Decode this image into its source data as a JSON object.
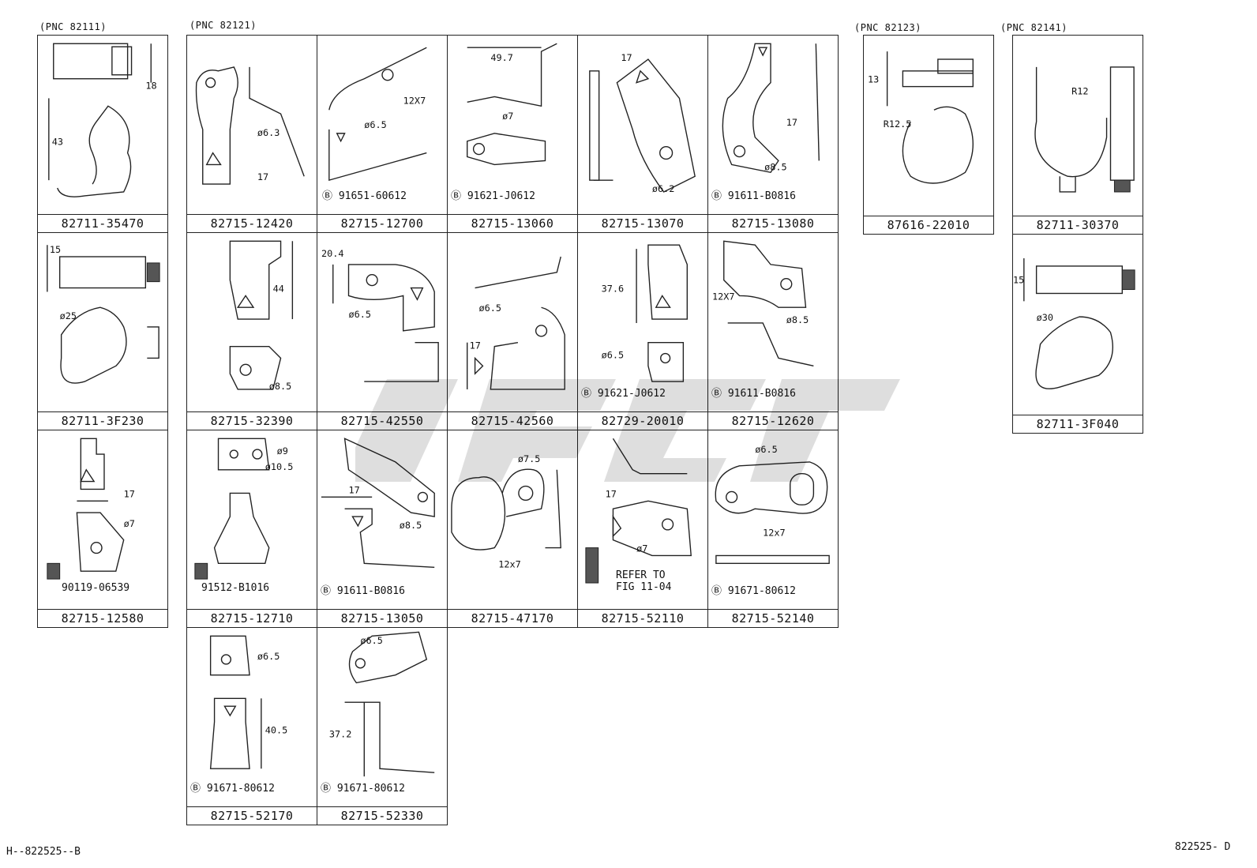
{
  "groups": [
    {
      "label": "(PNC 82111)"
    },
    {
      "label": "(PNC 82121)"
    },
    {
      "label": "(PNC 82123)"
    },
    {
      "label": "(PNC 82141)"
    }
  ],
  "parts": [
    {
      "part_number": "82711-35470",
      "dims": [
        "18",
        "43"
      ],
      "ref": ""
    },
    {
      "part_number": "82715-12420",
      "dims": [
        "ø6.3",
        "17"
      ],
      "ref": ""
    },
    {
      "part_number": "82715-12700",
      "dims": [
        "12X7",
        "ø6.5"
      ],
      "ref": "91651-60612"
    },
    {
      "part_number": "82715-13060",
      "dims": [
        "49.7",
        "ø7"
      ],
      "ref": "91621-J0612"
    },
    {
      "part_number": "82715-13070",
      "dims": [
        "17",
        "ø6.2"
      ],
      "ref": ""
    },
    {
      "part_number": "82715-13080",
      "dims": [
        "17",
        "ø8.5"
      ],
      "ref": "91611-B0816"
    },
    {
      "part_number": "87616-22010",
      "dims": [
        "13",
        "R12.5"
      ],
      "ref": ""
    },
    {
      "part_number": "82711-30370",
      "dims": [
        "R12"
      ],
      "ref": ""
    },
    {
      "part_number": "82711-3F230",
      "dims": [
        "15",
        "ø25"
      ],
      "ref": ""
    },
    {
      "part_number": "82715-32390",
      "dims": [
        "44",
        "ø8.5"
      ],
      "ref": ""
    },
    {
      "part_number": "82715-42550",
      "dims": [
        "20.4",
        "ø6.5"
      ],
      "ref": ""
    },
    {
      "part_number": "82715-42560",
      "dims": [
        "ø6.5",
        "17"
      ],
      "ref": ""
    },
    {
      "part_number": "82729-20010",
      "dims": [
        "37.6",
        "ø6.5"
      ],
      "ref": "91621-J0612"
    },
    {
      "part_number": "82715-12620",
      "dims": [
        "12X7",
        "ø8.5"
      ],
      "ref": "91611-B0816"
    },
    {
      "part_number": "82711-3F040",
      "dims": [
        "15",
        "ø30"
      ],
      "ref": ""
    },
    {
      "part_number": "82715-12580",
      "dims": [
        "17",
        "ø7"
      ],
      "ref": "90119-06539"
    },
    {
      "part_number": "82715-12710",
      "dims": [
        "ø9",
        "ø10.5"
      ],
      "ref": "91512-B1016"
    },
    {
      "part_number": "82715-13050",
      "dims": [
        "17",
        "ø8.5"
      ],
      "ref": "91611-B0816"
    },
    {
      "part_number": "82715-47170",
      "dims": [
        "ø7.5",
        "12x7"
      ],
      "ref": ""
    },
    {
      "part_number": "82715-52110",
      "dims": [
        "17",
        "ø7"
      ],
      "ref": "REFER TO\nFIG 11-04"
    },
    {
      "part_number": "82715-52140",
      "dims": [
        "ø6.5",
        "12x7"
      ],
      "ref": "91671-80612"
    },
    {
      "part_number": "82715-52170",
      "dims": [
        "ø6.5",
        "40.5"
      ],
      "ref": "91671-80612"
    },
    {
      "part_number": "82715-52330",
      "dims": [
        "ø6.5",
        "37.2"
      ],
      "ref": "91671-80612"
    }
  ],
  "footer": {
    "left": "H--822525--B",
    "right": "822525- D"
  }
}
